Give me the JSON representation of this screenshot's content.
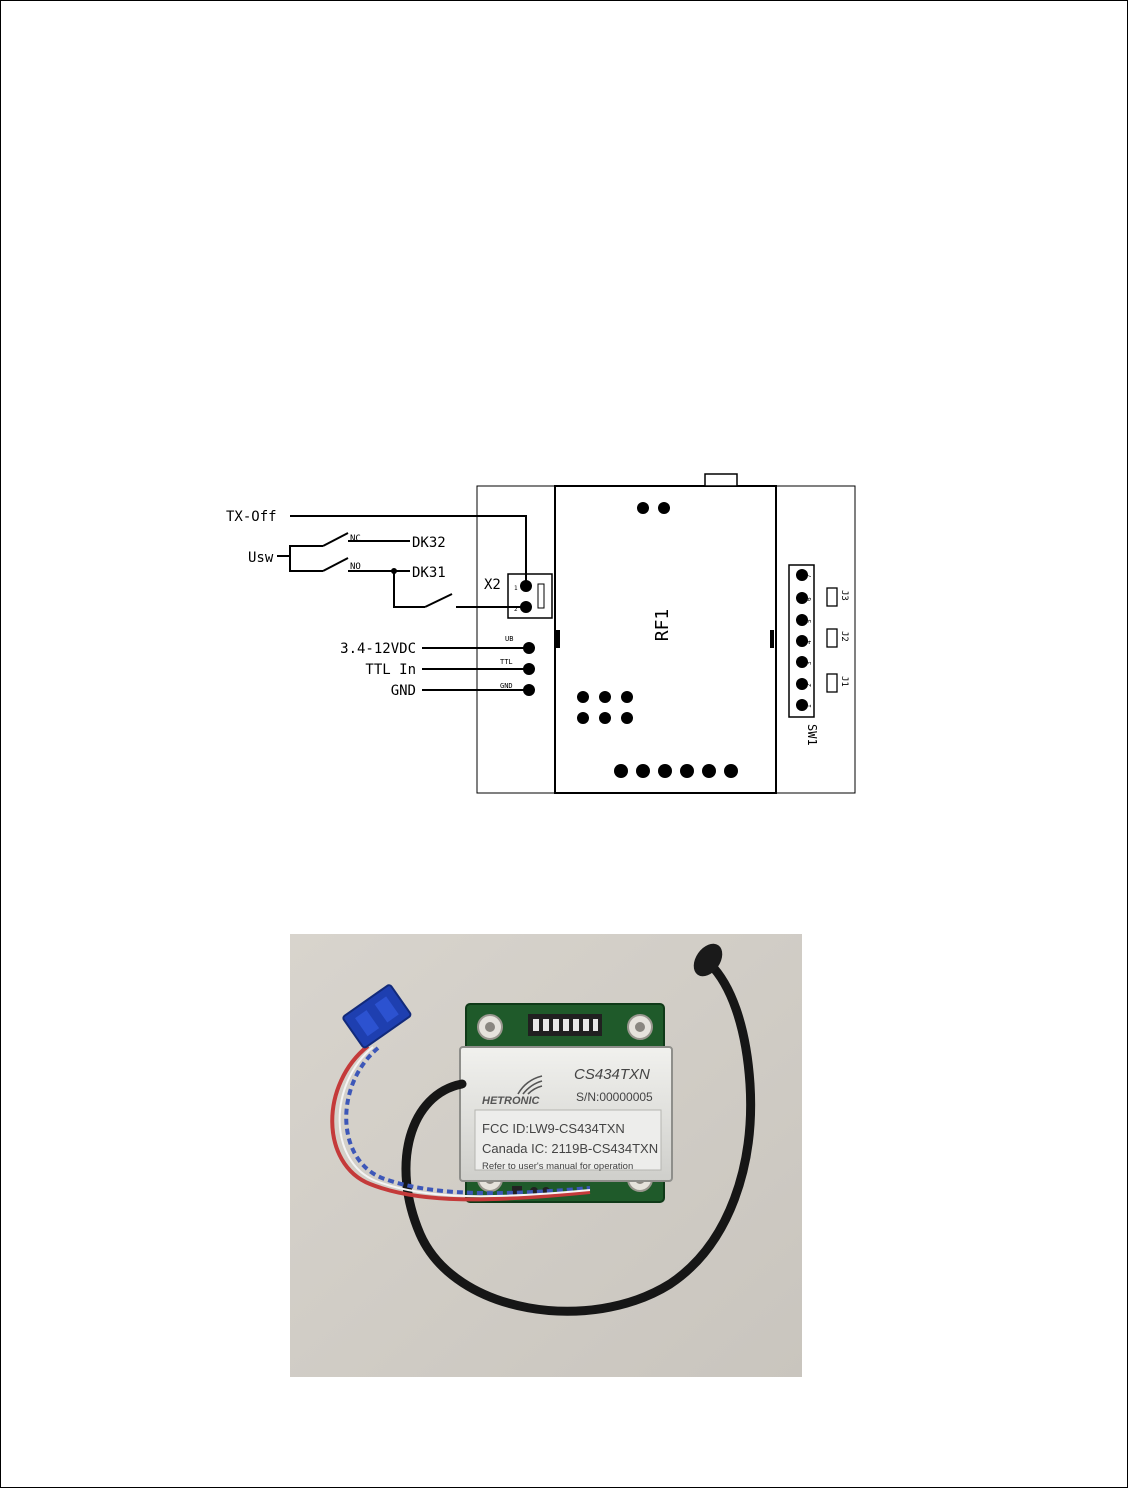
{
  "schematic": {
    "signals": {
      "tx_off": "TX-Off",
      "usw": "Usw",
      "nc": "NC",
      "no": "NO",
      "dk32": "DK32",
      "dk31": "DK31",
      "x2": "X2",
      "x2_pin1": "1",
      "x2_pin2": "2",
      "supply": "3.4-12VDC",
      "ttl_in": "TTL In",
      "gnd": "GND"
    },
    "pad_labels": {
      "ub": "UB",
      "ttl": "TTL",
      "gnd": "GND"
    },
    "module_label": "RF1",
    "dip_switch_label": "SW1",
    "dip_pins": [
      "1",
      "2",
      "3",
      "4",
      "5",
      "6",
      "7"
    ],
    "jumpers": [
      "J3",
      "J2",
      "J1"
    ]
  },
  "photo": {
    "brand": "HETRONIC",
    "model": "CS434TXN",
    "serial": "S/N:00000005",
    "fcc_id": "FCC ID:LW9-CS434TXN",
    "canada_ic": "Canada IC: 2119B-CS434TXN",
    "note": "Refer to user's manual for operation"
  }
}
